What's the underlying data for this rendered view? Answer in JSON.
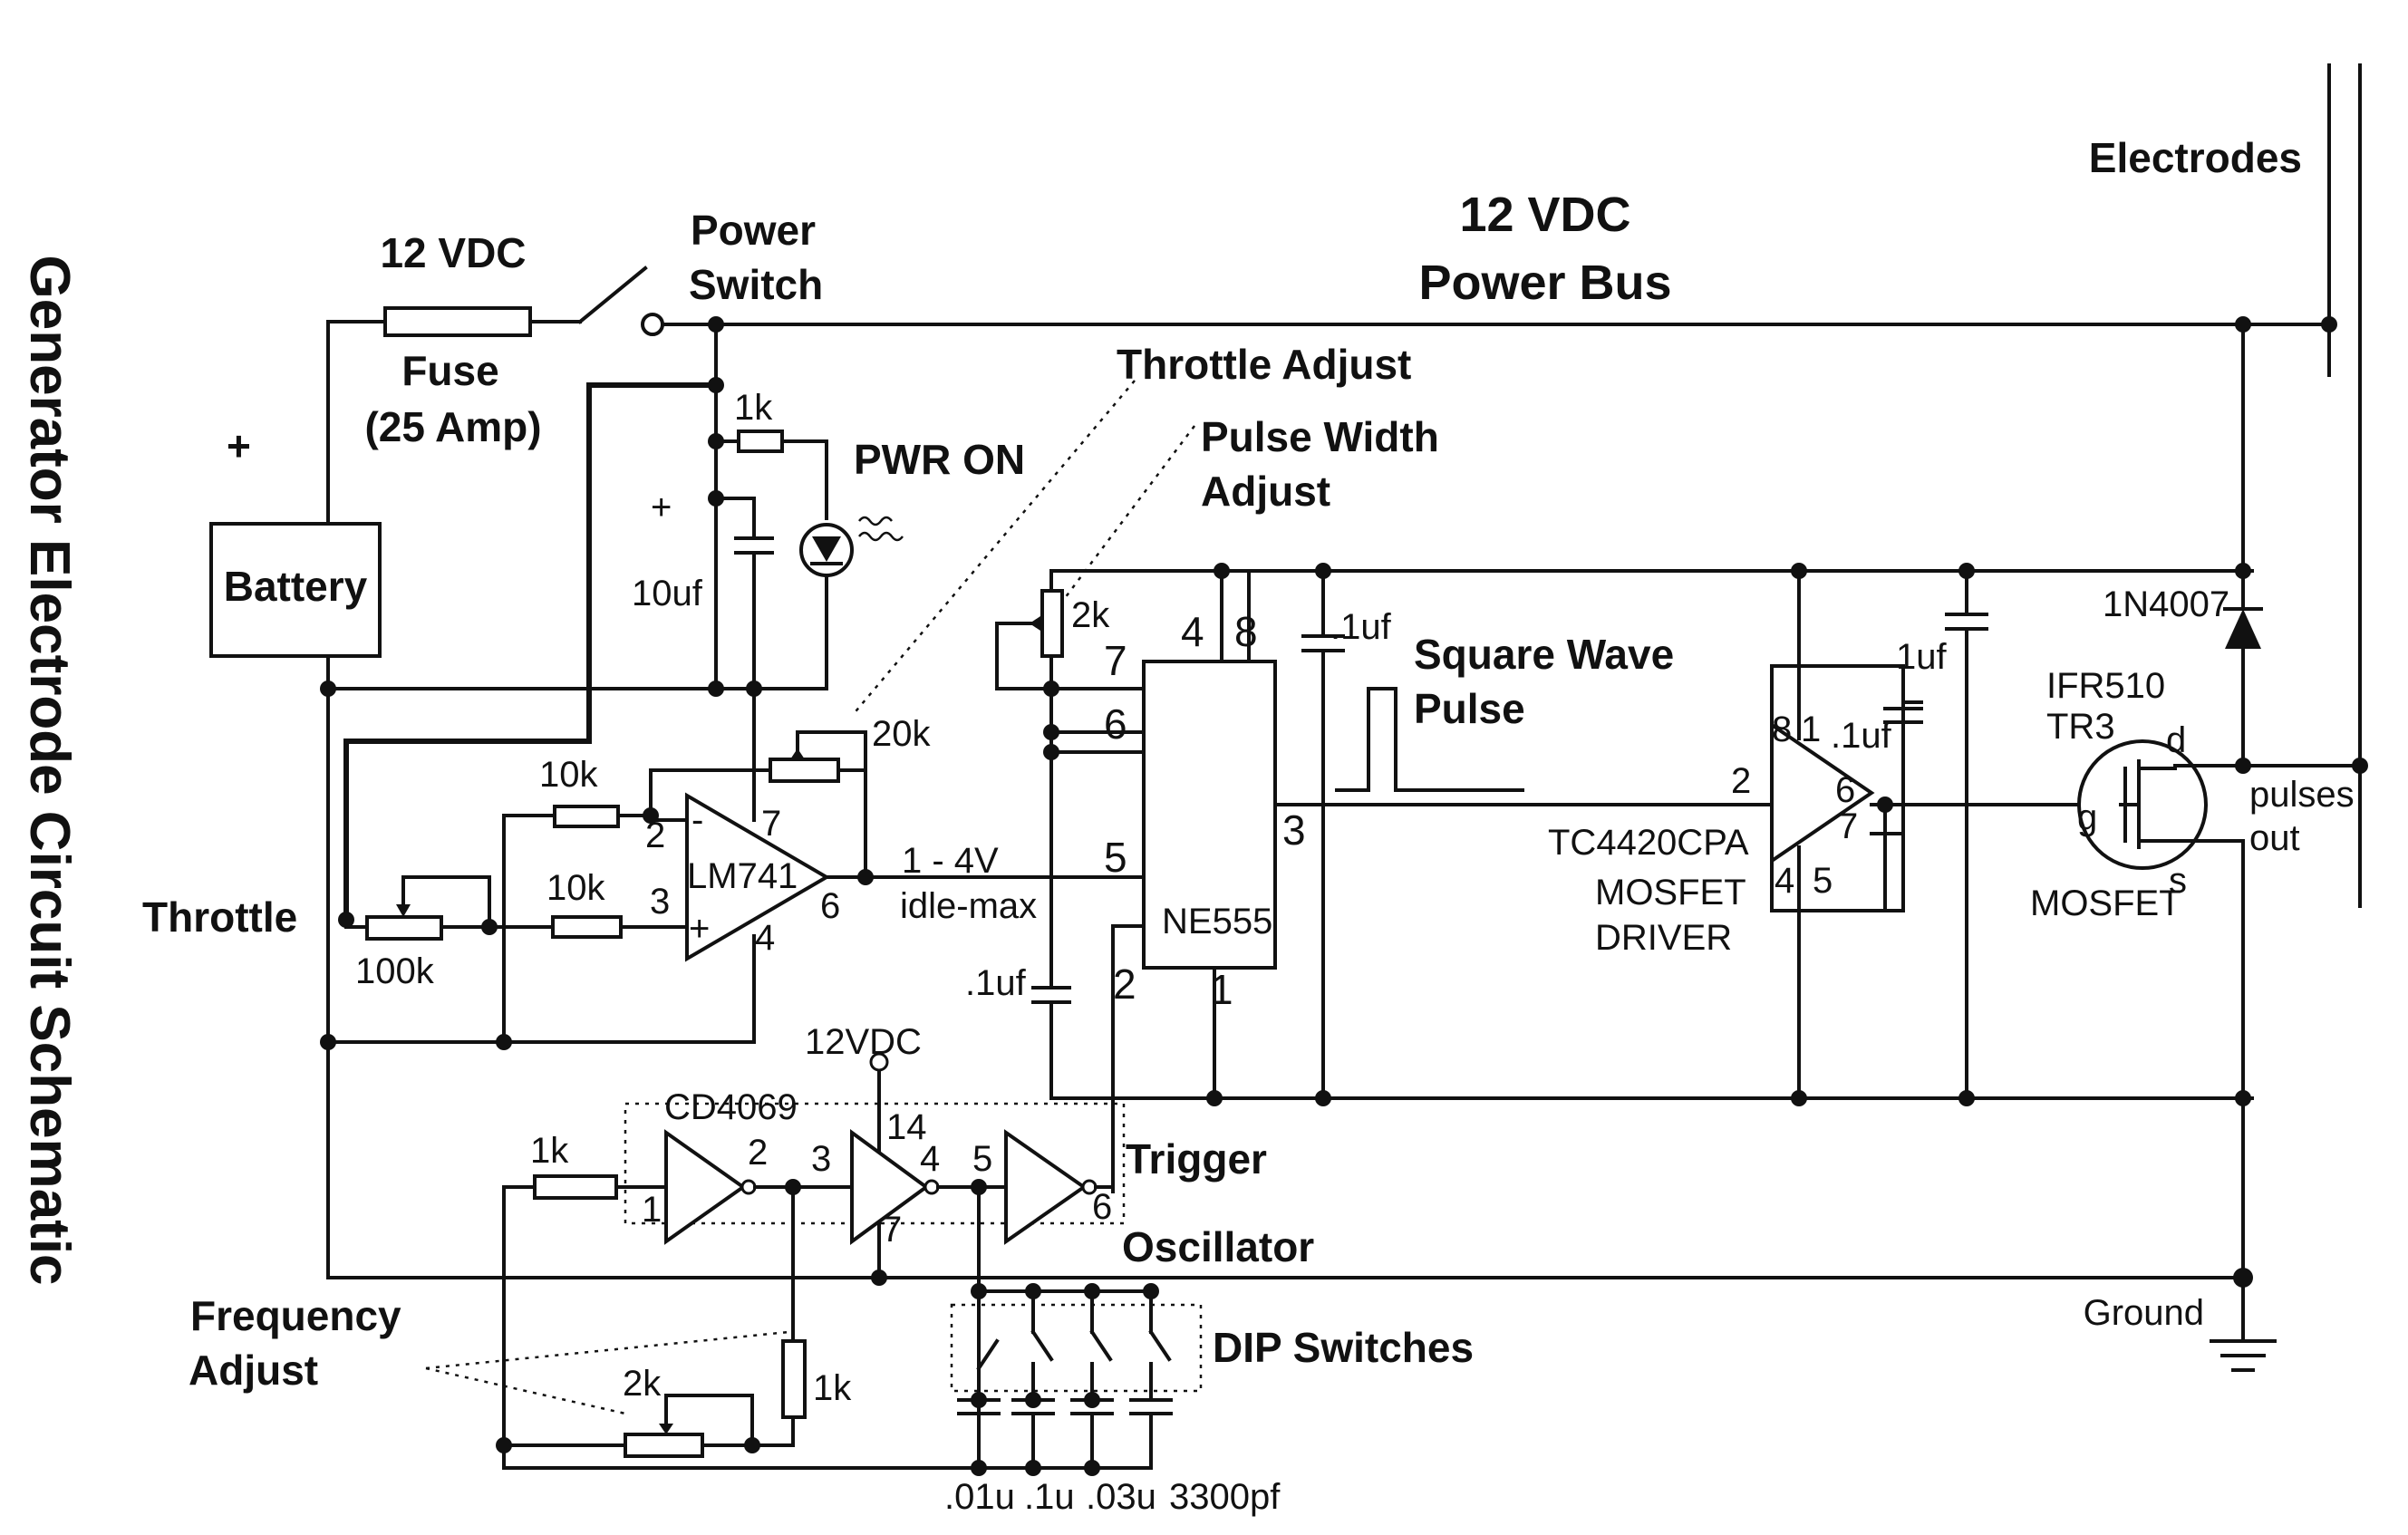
{
  "title": "Generator Electrode Circuit Schematic",
  "labels": {
    "power_bus_line1": "12 VDC",
    "power_bus_line2": "Power Bus",
    "electrodes": "Electrodes",
    "fuse_voltage": "12 VDC",
    "fuse_line1": "Fuse",
    "fuse_line2": "(25 Amp)",
    "power_switch_line1": "Power",
    "power_switch_line2": "Switch",
    "plus_battery": "+",
    "battery": "Battery",
    "throttle": "Throttle",
    "throttle_adjust": "Throttle Adjust",
    "pulse_width_line1": "Pulse Width",
    "pulse_width_line2": "Adjust",
    "pwr_on": "PWR ON",
    "square_wave_line1": "Square Wave",
    "square_wave_line2": "Pulse",
    "trigger": "Trigger",
    "oscillator": "Oscillator",
    "frequency_line1": "Frequency",
    "frequency_line2": "Adjust",
    "dip_switches": "DIP Switches",
    "ground": "Ground",
    "pulses_line1": "pulses",
    "pulses_line2": "out",
    "mosfet": "MOSFET",
    "driver_line1": "MOSFET",
    "driver_line2": "DRIVER",
    "range_line1": "1 - 4V",
    "range_line2": "idle-max",
    "vcc_12": "12VDC",
    "plus_cap": "+"
  },
  "components": {
    "r_1k_led": "1k",
    "c_10uf": "10uf",
    "pot_2k_pw": "2k",
    "pot_20k": "20k",
    "r_10k_a": "10k",
    "r_10k_b": "10k",
    "pot_100k": "100k",
    "lm741": "LM741",
    "ne555": "NE555",
    "c_555_vcc": ".1uf",
    "c_555_trig": ".1uf",
    "tc4420": "TC4420CPA",
    "c_1uf": "1uf",
    "c_driver": ".1uf",
    "diode": "1N4007",
    "mosfet_line1": "IFR510",
    "mosfet_line2": "TR3",
    "cd4069": "CD4069",
    "r_1k_osc": "1k",
    "r_1k_fb": "1k",
    "pot_2k_freq": "2k",
    "dip_cap_1": ".01u",
    "dip_cap_2": ".1u",
    "dip_cap_3": ".03u",
    "dip_cap_4": "3300pf"
  },
  "pins": {
    "lm741_2": "2",
    "lm741_3": "3",
    "lm741_4": "4",
    "lm741_6": "6",
    "lm741_7": "7",
    "lm741_minus": "-",
    "lm741_plus": "+",
    "ne555_1": "1",
    "ne555_2": "2",
    "ne555_3": "3",
    "ne555_4": "4",
    "ne555_5": "5",
    "ne555_6": "6",
    "ne555_7": "7",
    "ne555_8": "8",
    "tc_1": "1",
    "tc_2": "2",
    "tc_4": "4",
    "tc_5": "5",
    "tc_6": "6",
    "tc_7": "7",
    "tc_8": "8",
    "inv_1": "1",
    "inv_2": "2",
    "inv_3": "3",
    "inv_4": "4",
    "inv_5": "5",
    "inv_6": "6",
    "inv_7": "7",
    "inv_14": "14",
    "mos_d": "d",
    "mos_g": "g",
    "mos_s": "s"
  }
}
